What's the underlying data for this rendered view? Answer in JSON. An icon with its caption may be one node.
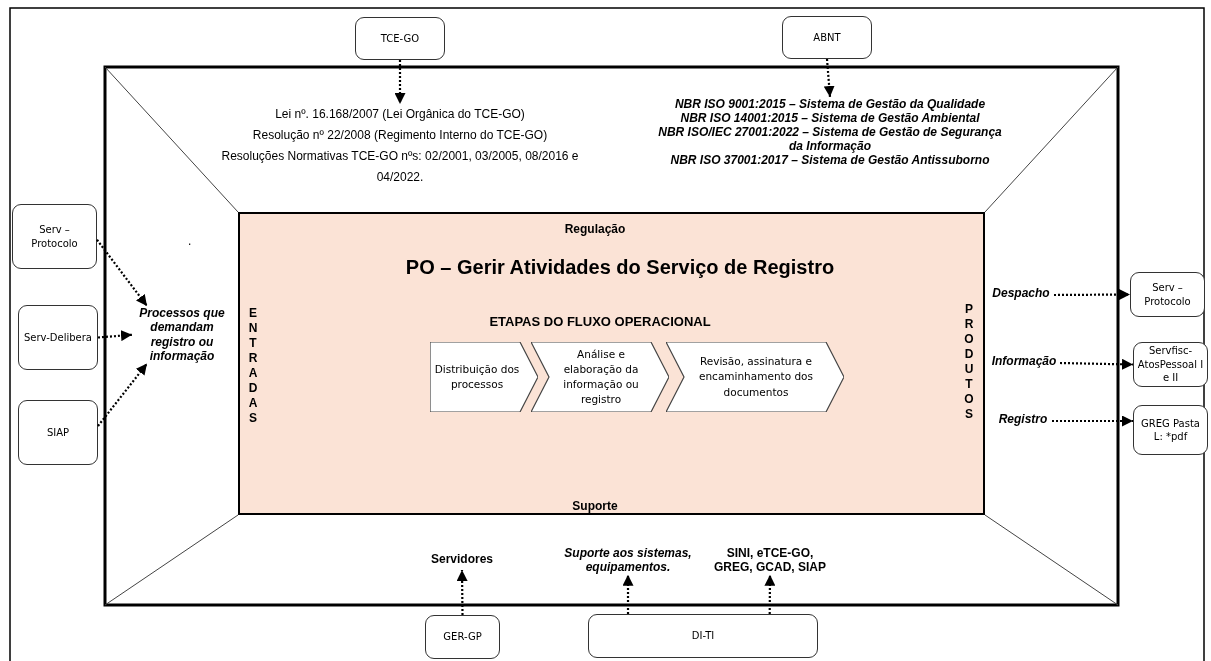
{
  "diagram": {
    "nodes": [
      {
        "text": [
          "TCE-GO"
        ]
      },
      {
        "text": [
          "ABNT"
        ]
      },
      {
        "text": [
          "Lei nº. 16.168/2007 (Lei Orgânica do TCE-GO)",
          "Resolução nº 22/2008 (Regimento Interno do TCE-GO)",
          "Resoluções Normativas TCE-GO nºs: 02/2001, 03/2005, 08/2016 e 04/2022."
        ]
      },
      {
        "text": [
          "NBR ISO 9001:2015 – Sistema de Gestão da Qualidade",
          "NBR ISO 14001:2015 – Sistema de Gestão Ambiental",
          "NBR ISO/IEC 27001:2022 – Sistema de Gestão de Segurança da Informação",
          "NBR ISO 37001:2017 – Sistema de Gestão Antissuborno"
        ]
      },
      {
        "text": [
          "Serv – Protocolo"
        ]
      },
      {
        "text": [
          "Processos que demandam registro ou informação"
        ]
      },
      {
        "text": [
          "Serv-Delibera"
        ]
      },
      {
        "text": [
          "SIAP"
        ]
      },
      {
        "text": [
          "Regulação",
          "PO – Gerir Atividades do Serviço de Registro",
          "ENTRADAS",
          "ETAPAS DO FLUXO OPERACIONAL",
          "PRODUTOS",
          "Suporte"
        ]
      },
      {
        "text": [
          "Distribuição dos processos"
        ],
        "in": 8
      },
      {
        "text": [
          "Análise e elaboração da informação ou registro"
        ],
        "in": 8
      },
      {
        "text": [
          "Revisão, assinatura e encaminhamento dos documentos"
        ],
        "in": 8
      },
      {
        "text": [
          "Despacho"
        ]
      },
      {
        "text": [
          "Serv – Protocolo"
        ]
      },
      {
        "text": [
          "Informação"
        ]
      },
      {
        "text": [
          "Servfisc-AtosPessoal I e II"
        ]
      },
      {
        "text": [
          "Registro"
        ]
      },
      {
        "text": [
          "GREG Pasta L: *pdf"
        ]
      },
      {
        "text": [
          "Servidores"
        ]
      },
      {
        "text": [
          "Suporte aos sistemas, equipamentos."
        ]
      },
      {
        "text": [
          "SINI, eTCE-GO, GREG, GCAD, SIAP"
        ]
      },
      {
        "text": [
          "GER-GP"
        ]
      },
      {
        "text": [
          "DI-TI"
        ]
      }
    ],
    "edges": [
      {
        "from": 0,
        "to": 2,
        "arrow": "to"
      },
      {
        "from": 1,
        "to": 3,
        "arrow": "to"
      },
      {
        "from": 4,
        "to": 5,
        "arrow": "to"
      },
      {
        "from": 6,
        "to": 5,
        "arrow": "to"
      },
      {
        "from": 7,
        "to": 5,
        "arrow": "to"
      },
      {
        "from": 12,
        "to": 13,
        "arrow": "to"
      },
      {
        "from": 14,
        "to": 15,
        "arrow": "to"
      },
      {
        "from": 16,
        "to": 17,
        "arrow": "to"
      },
      {
        "from": 21,
        "to": 18,
        "arrow": "to"
      },
      {
        "from": 22,
        "to": 19,
        "arrow": "to"
      },
      {
        "from": 22,
        "to": 20,
        "arrow": "to"
      }
    ],
    "labels": [
      "."
    ]
  }
}
